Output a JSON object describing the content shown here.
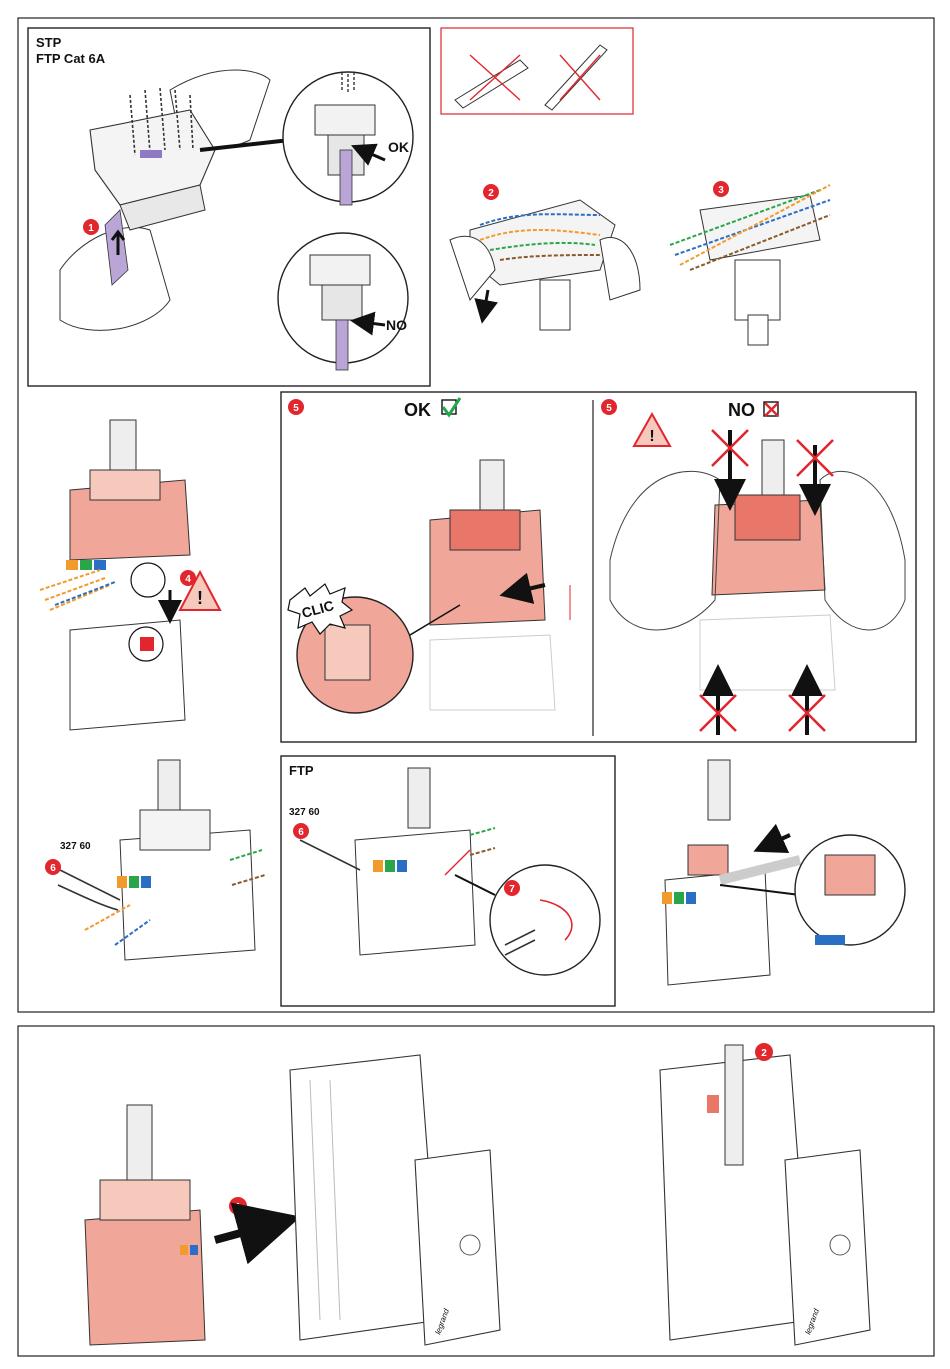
{
  "colors": {
    "accent_red": "#e1262e",
    "pink_part": "#f0a698",
    "pink_light": "#f7c9bd",
    "purple_cable": "#b9a6d6",
    "ok_green": "#21a84b",
    "frame": "#222222",
    "wire_orange": "#f39a2c",
    "wire_blue": "#2a6fc4",
    "wire_green": "#2aa64a",
    "wire_brown": "#8a5a2b"
  },
  "panel_stp": {
    "title_line1": "STP",
    "title_line2": "FTP Cat 6A",
    "ok_label": "OK",
    "no_label": "NO",
    "step": "1"
  },
  "tools_panel": {
    "icons": [
      "punch-down-tool-icon",
      "screwdriver-icon"
    ]
  },
  "steps": {
    "step2": "2",
    "step3": "3",
    "step4": "4",
    "step5_ok": "5",
    "step5_no": "5",
    "step6_left": "6",
    "step6_ftp": "6",
    "step7": "7"
  },
  "panel5_ok": {
    "title": "OK",
    "clic": "CLIC"
  },
  "panel5_no": {
    "title": "NO"
  },
  "ftp_panel": {
    "title": "FTP",
    "ref": "327 60"
  },
  "left_ref": "327 60",
  "bottom": {
    "step1": "1",
    "step2": "2",
    "brand": "legrand"
  }
}
